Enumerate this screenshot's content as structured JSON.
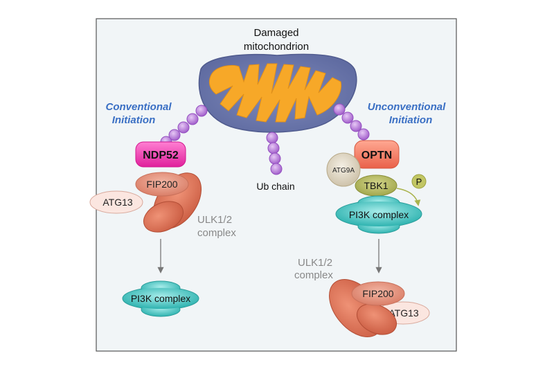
{
  "title": [
    "Damaged",
    "mitochondrion"
  ],
  "left_pathway": {
    "heading": [
      "Conventional",
      "Initiation"
    ],
    "receptor": "NDP52",
    "fip200": "FIP200",
    "atg13": "ATG13",
    "ulk_complex": [
      "ULK1/2",
      "complex"
    ],
    "downstream": "PI3K complex"
  },
  "center": {
    "ub_chain": "Ub chain"
  },
  "right_pathway": {
    "heading": [
      "Unconventional",
      "Initiation"
    ],
    "receptor": "OPTN",
    "atg9a": "ATG9A",
    "tbk1": "TBK1",
    "phospho": "P",
    "pi3k": "PI3K complex",
    "ulk_complex": [
      "ULK1/2",
      "complex"
    ],
    "fip200": "FIP200",
    "atg13": "ATG13"
  },
  "colors": {
    "background": "#f1f5f7",
    "frame": "#555555",
    "heading_blue": "#3a6fc4",
    "ubiquitin": "#b36fd6",
    "ndp52": "#f03cb0",
    "optn": "#f2775e",
    "fip200": "#e0806a",
    "atg13": "#f9d9d2",
    "ulk": "#d8684e",
    "pi3k": "#36c3c0",
    "tbk1": "#a8ad52",
    "atg9a": "#dcd2bf",
    "mito_outer": "#6d78ab",
    "mito_inner": "#f5a42c"
  }
}
